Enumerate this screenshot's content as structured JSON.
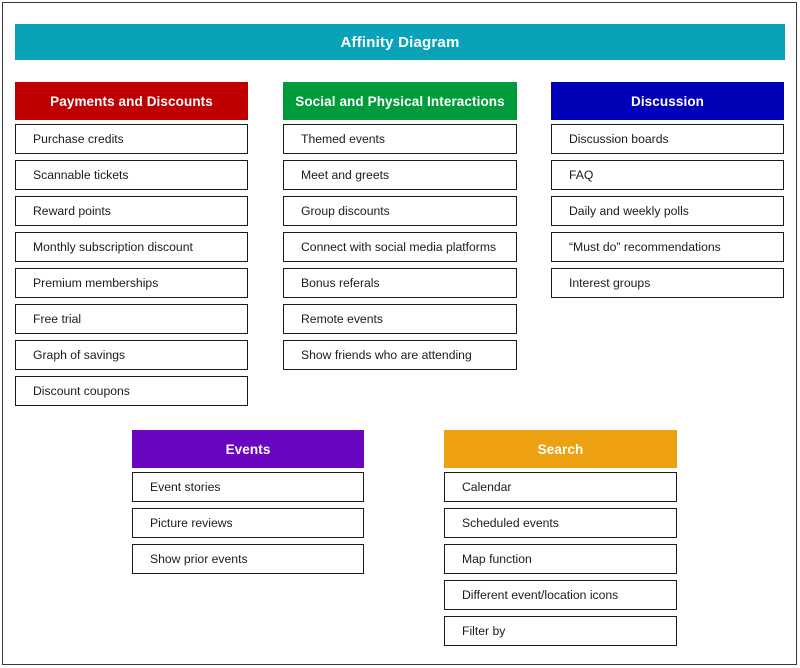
{
  "title": {
    "text": "Affinity Diagram",
    "color": "#0aa2b8"
  },
  "colors": {
    "payments": "#c00000",
    "social": "#009b3a",
    "discussion": "#0000b8",
    "events": "#6a06c0",
    "search": "#eda112",
    "card_border": "#1b1b1b",
    "card_background": "#ffffff",
    "header_text": "#ffffff",
    "item_text": "#1b1b1b",
    "page_border": "#3a3a3a"
  },
  "columns": {
    "payments": {
      "header": "Payments and Discounts",
      "items": [
        "Purchase credits",
        "Scannable tickets",
        "Reward points",
        "Monthly subscription discount",
        "Premium memberships",
        "Free trial",
        "Graph of savings",
        "Discount coupons"
      ]
    },
    "social": {
      "header": "Social and Physical Interactions",
      "items": [
        "Themed events",
        "Meet and greets",
        "Group discounts",
        "Connect with social media platforms",
        "Bonus referals",
        "Remote events",
        "Show friends who are attending"
      ]
    },
    "discussion": {
      "header": "Discussion",
      "items": [
        "Discussion boards",
        "FAQ",
        "Daily and weekly polls",
        "“Must do” recommendations",
        "Interest groups"
      ]
    },
    "events": {
      "header": "Events",
      "items": [
        "Event stories",
        "Picture reviews",
        "Show prior events"
      ]
    },
    "search": {
      "header": "Search",
      "items": [
        "Calendar",
        "Scheduled events",
        "Map function",
        "Different event/location icons",
        "Filter by"
      ]
    }
  }
}
